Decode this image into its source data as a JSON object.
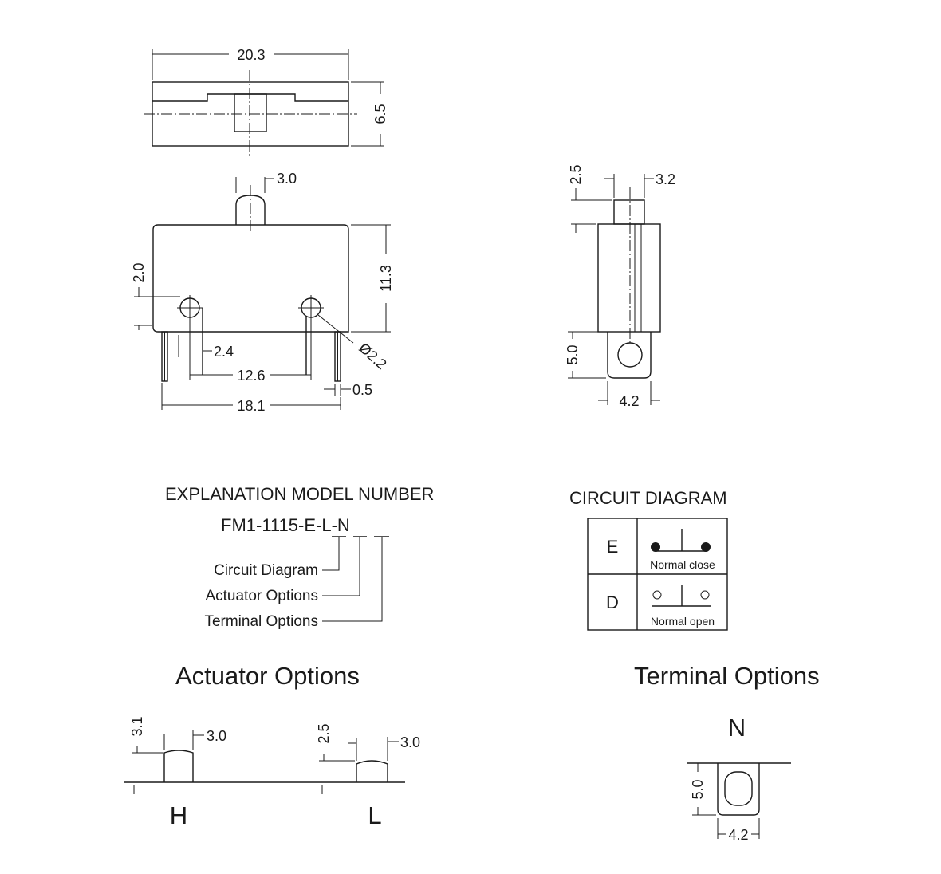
{
  "top_view": {
    "width": "20.3",
    "height": "6.5"
  },
  "front_view": {
    "actuator_width": "3.0",
    "body_height": "11.3",
    "hole_offset": "2.0",
    "terminal_offset": "2.4",
    "hole_spacing": "12.6",
    "hole_diameter": "Ø2.2",
    "terminal_thickness": "0.5",
    "terminal_span": "18.1"
  },
  "side_view": {
    "actuator_height": "2.5",
    "actuator_width": "3.2",
    "terminal_length": "5.0",
    "terminal_width": "4.2"
  },
  "model_number": {
    "title": "EXPLANATION MODEL NUMBER",
    "prefix": "FM1-1115-",
    "code_e": "E",
    "sep1": "-",
    "code_l": "L",
    "sep2": "-",
    "code_n": "N",
    "labels": [
      "Circuit Diagram",
      "Actuator Options",
      "Terminal Options"
    ]
  },
  "circuit_diagram": {
    "title": "CIRCUIT DIAGRAM",
    "rows": [
      {
        "code": "E",
        "caption": "Normal close"
      },
      {
        "code": "D",
        "caption": "Normal open"
      }
    ]
  },
  "actuator_options": {
    "title": "Actuator Options",
    "items": [
      {
        "code": "H",
        "height": "3.1",
        "width": "3.0"
      },
      {
        "code": "L",
        "height": "2.5",
        "width": "3.0"
      }
    ]
  },
  "terminal_options": {
    "title": "Terminal Options",
    "code": "N",
    "length": "5.0",
    "width": "4.2"
  }
}
